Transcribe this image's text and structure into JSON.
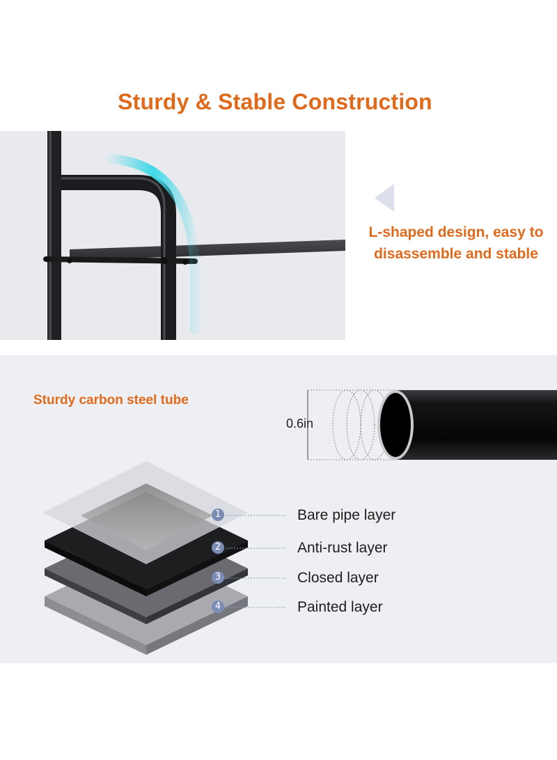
{
  "header": {
    "title": "Sturdy & Stable Construction"
  },
  "feature": {
    "text": "L-shaped design, easy to disassemble and stable"
  },
  "tube": {
    "heading": "Sturdy carbon steel tube",
    "dimension": "0.6in"
  },
  "layers": [
    {
      "number": "1",
      "label": "Bare pipe layer"
    },
    {
      "number": "2",
      "label": "Anti-rust layer"
    },
    {
      "number": "3",
      "label": "Closed layer"
    },
    {
      "number": "4",
      "label": "Painted layer"
    }
  ],
  "colors": {
    "accent": "#e06a1b",
    "highlight": "#3fd8e8",
    "panel": "#eeeff3"
  }
}
